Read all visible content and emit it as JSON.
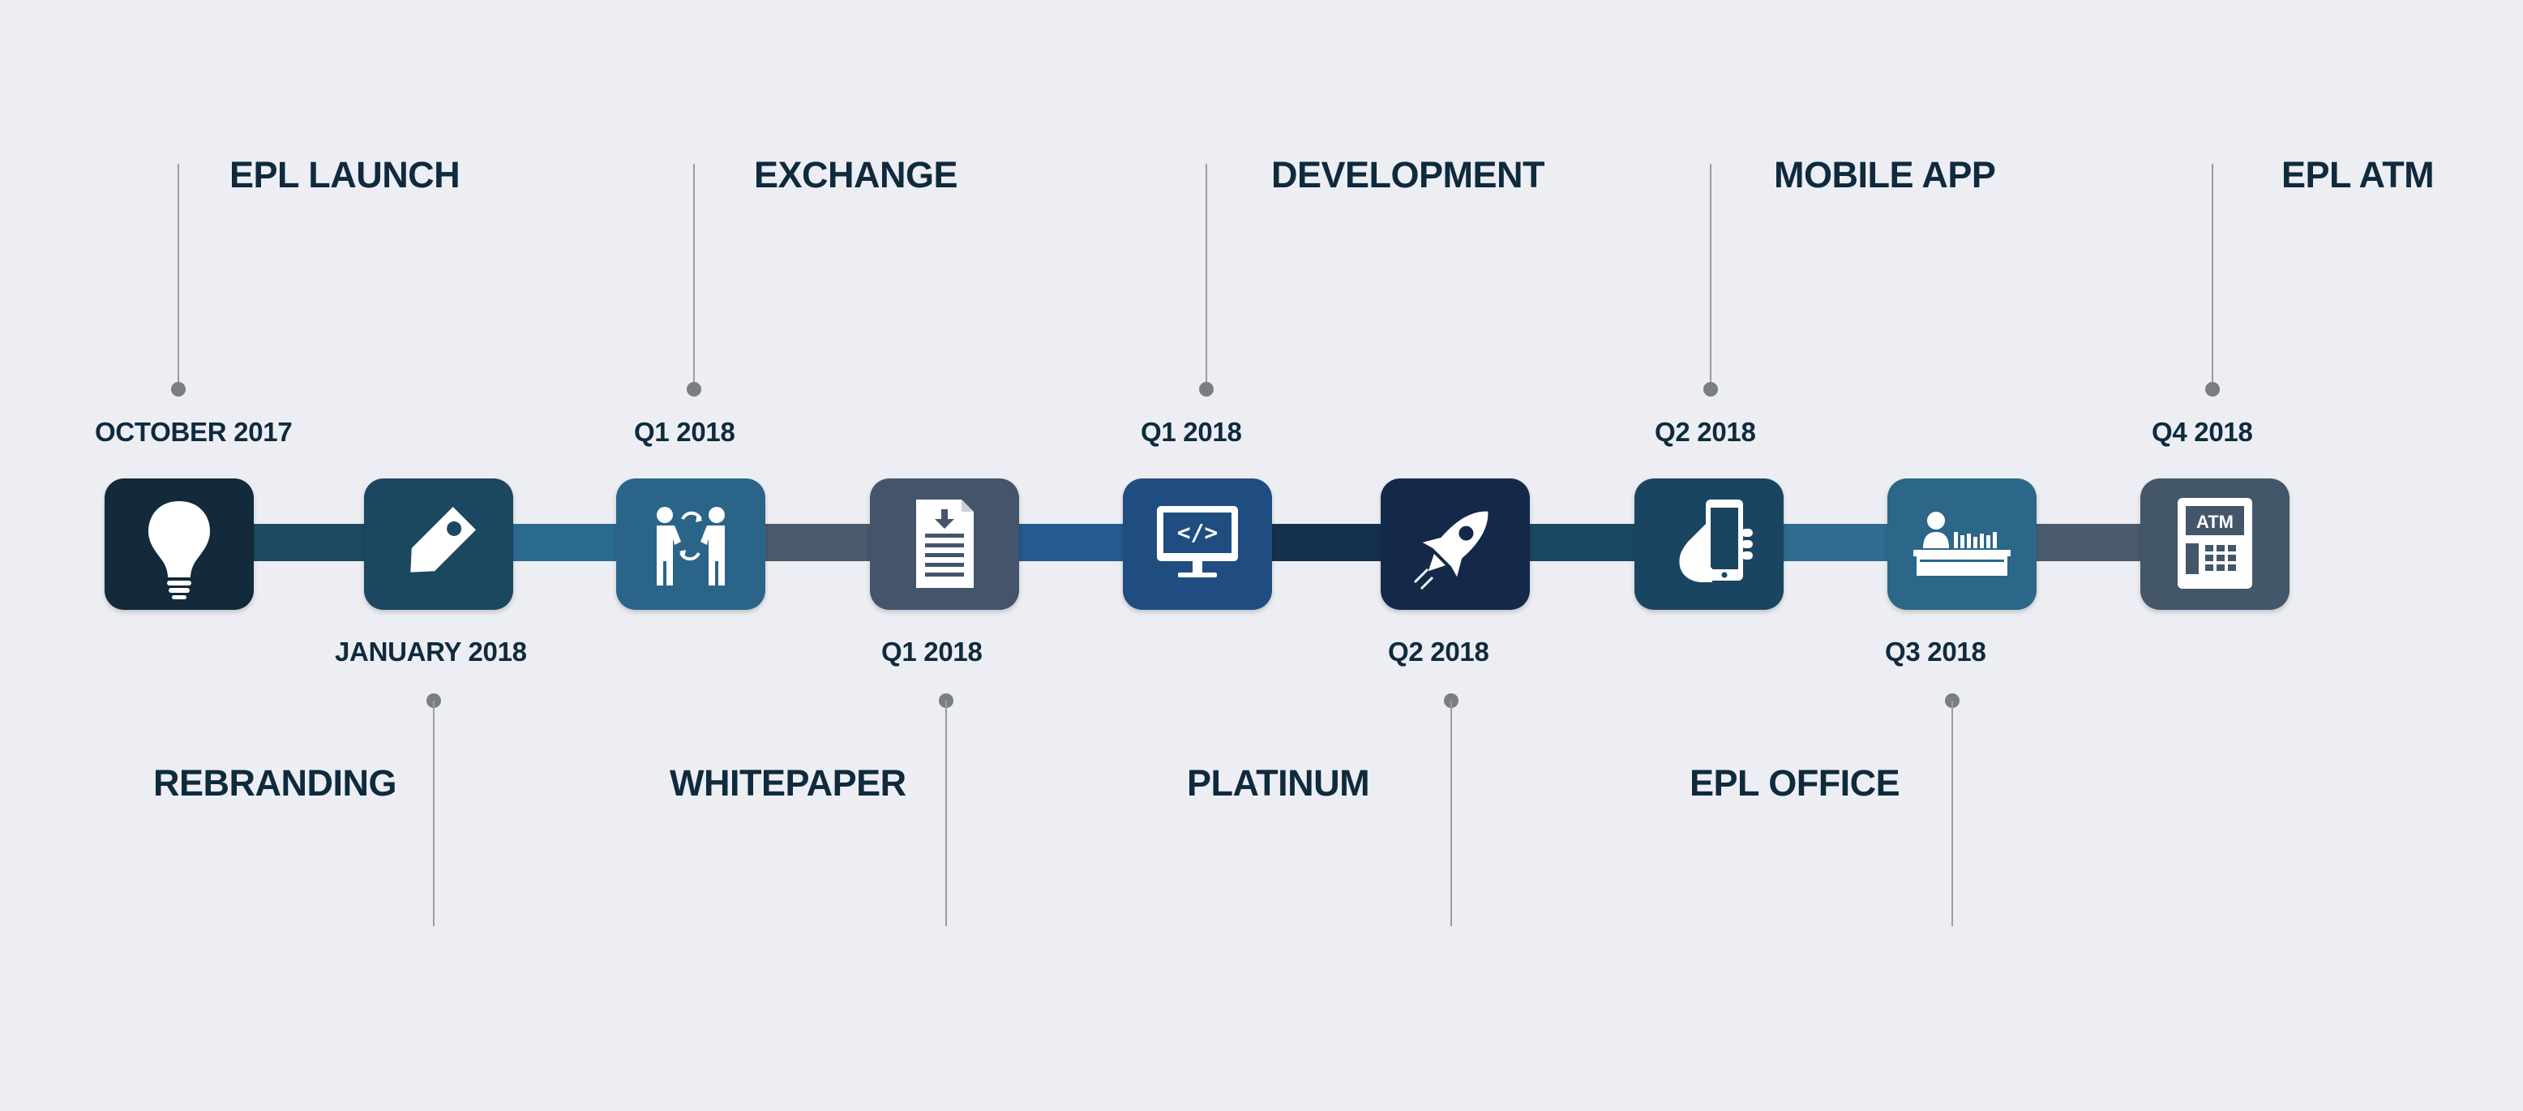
{
  "milestones": [
    {
      "title": "EPL LAUNCH",
      "date": "OCTOBER 2017",
      "icon": "lightbulb-icon",
      "color": "#122a3a"
    },
    {
      "title": "REBRANDING",
      "date": "JANUARY 2018",
      "icon": "price-tag-icon",
      "color": "#1b4761"
    },
    {
      "title": "EXCHANGE",
      "date": "Q1 2018",
      "icon": "exchange-people-icon",
      "color": "#2b6489"
    },
    {
      "title": "WHITEPAPER",
      "date": "Q1 2018",
      "icon": "document-download-icon",
      "color": "#44556b"
    },
    {
      "title": "DEVELOPMENT",
      "date": "Q1 2018",
      "icon": "code-monitor-icon",
      "color": "#204d80"
    },
    {
      "title": "PLATINUM",
      "date": "Q2 2018",
      "icon": "rocket-icon",
      "color": "#14294a"
    },
    {
      "title": "MOBILE APP",
      "date": "Q2 2018",
      "icon": "smartphone-hand-icon",
      "color": "#1a4560"
    },
    {
      "title": "EPL OFFICE",
      "date": "Q3 2018",
      "icon": "office-desk-icon",
      "color": "#2c6689"
    },
    {
      "title": "EPL ATM",
      "date": "Q4 2018",
      "icon": "atm-machine-icon",
      "color": "#445669"
    }
  ],
  "atm_label": "ATM",
  "code_label": "</>",
  "connector_colors": [
    "#1d4a62",
    "#2b6b90",
    "#4a5a6c",
    "#245a8f",
    "#15304a",
    "#1a4862",
    "#2f6d91",
    "#4a5b6d"
  ]
}
